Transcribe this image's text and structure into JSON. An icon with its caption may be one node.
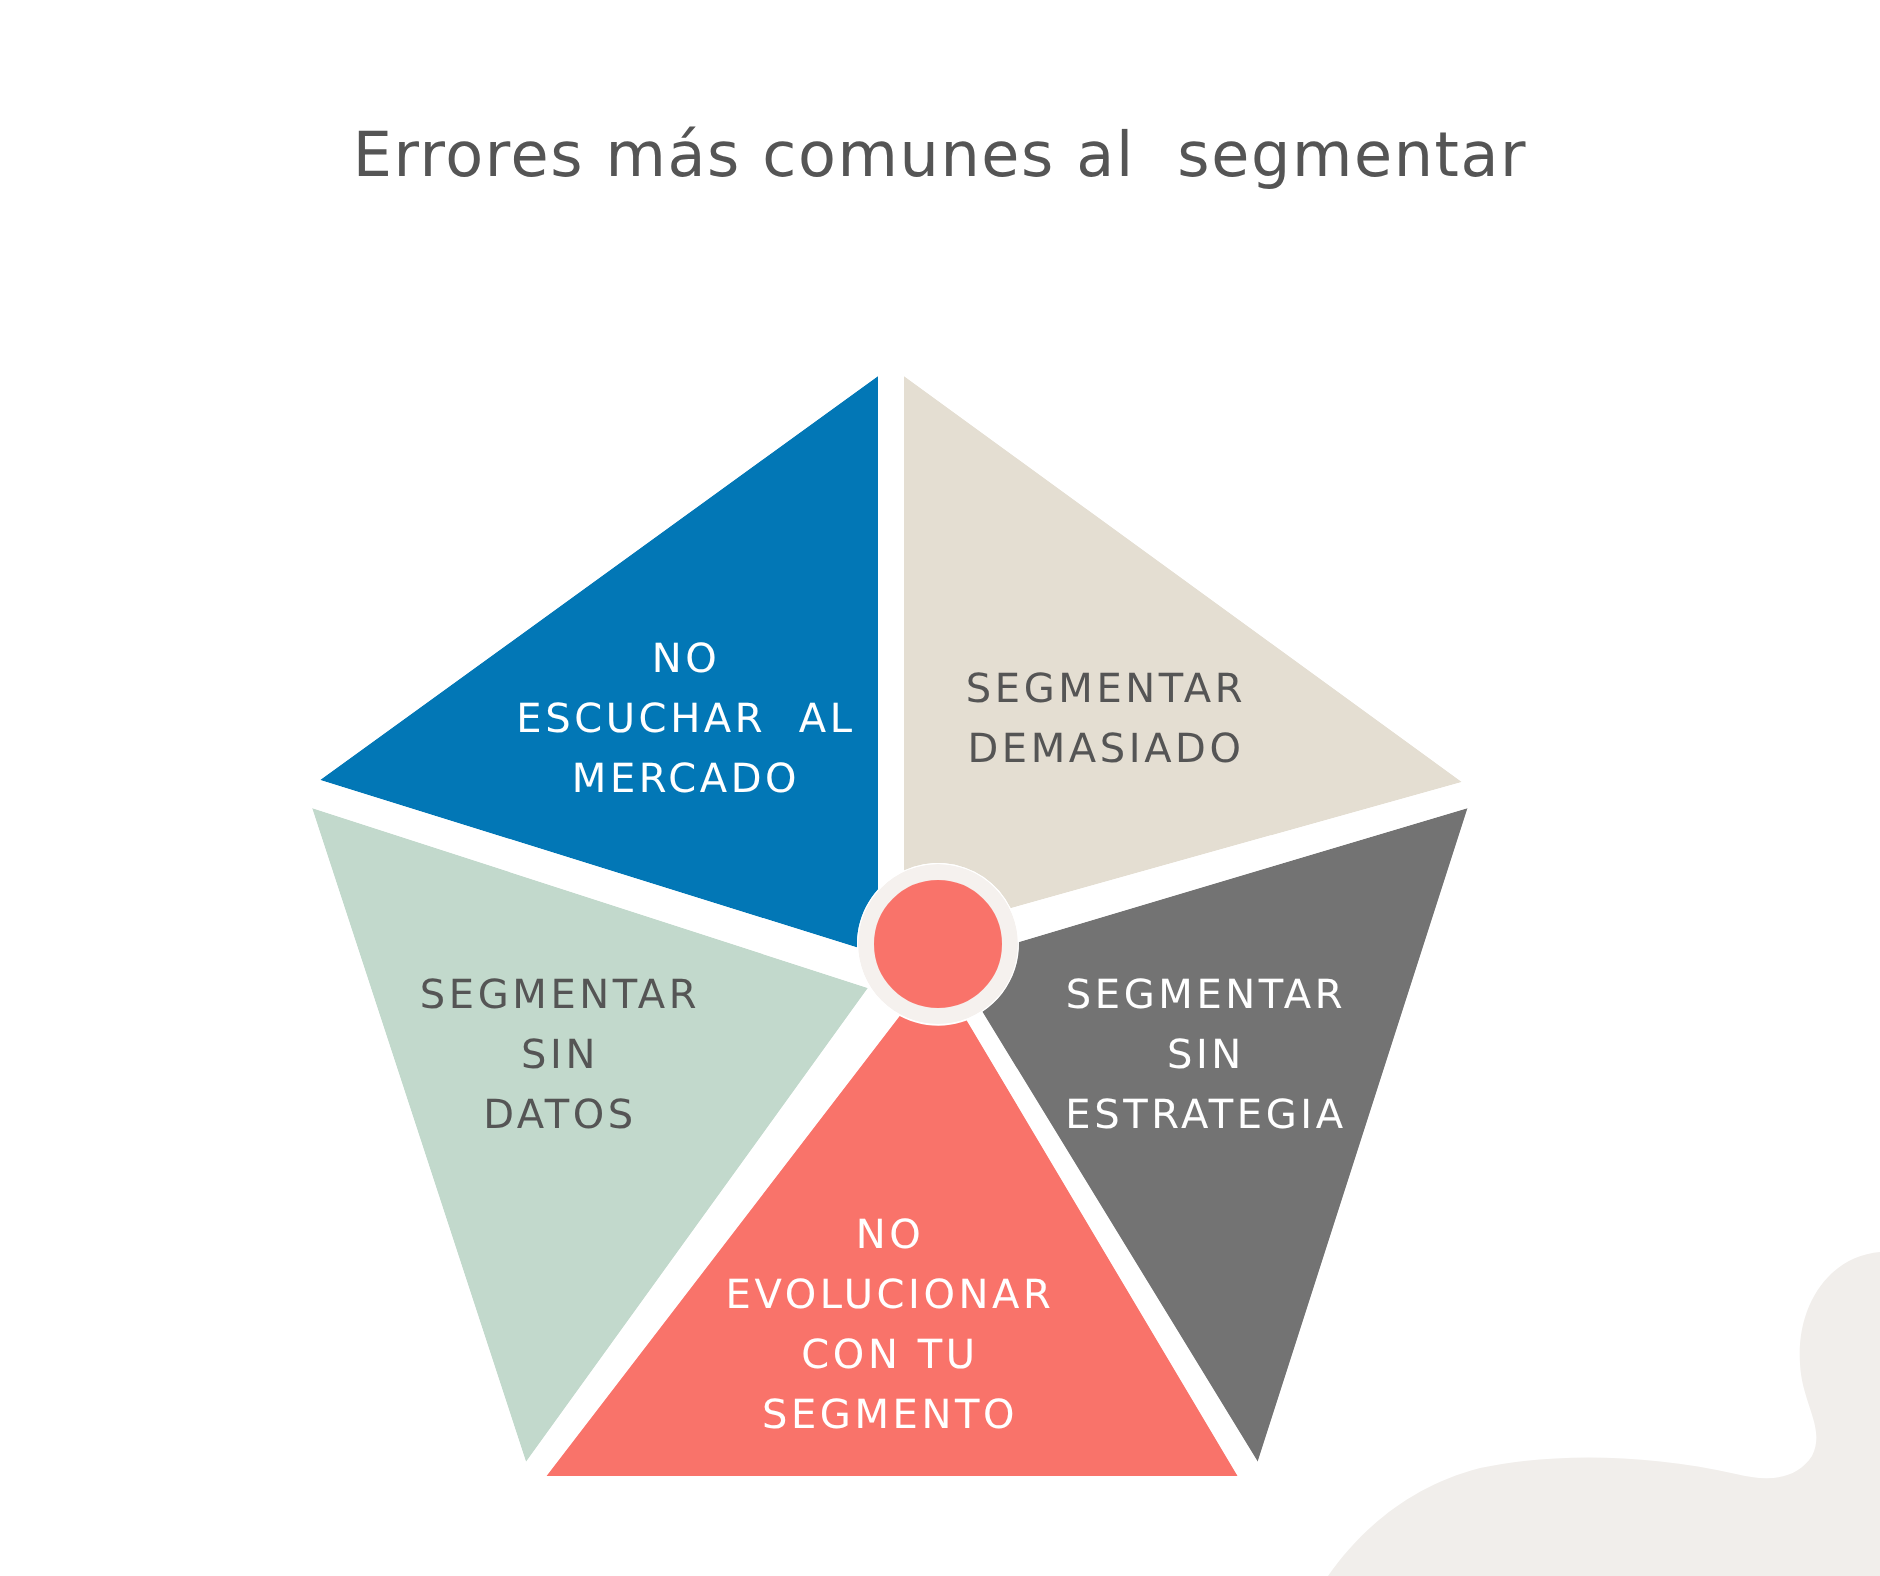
{
  "diagram": {
    "title": "Errores más comunes al  segmentar",
    "nodes": [
      {
        "text": [
          "NO ESCUCHAR  AL MERCADO"
        ]
      },
      {
        "text": [
          "SEGMENTAR DEMASIADO"
        ]
      },
      {
        "text": [
          "SEGMENTAR SIN DATOS"
        ]
      },
      {
        "text": [
          "SEGMENTAR SIN ESTRATEGIA"
        ]
      },
      {
        "text": [
          "NO EVOLUCIONAR CON TU SEGMENTO"
        ]
      },
      {
        "text": [],
        "shape": "circle"
      }
    ]
  }
}
